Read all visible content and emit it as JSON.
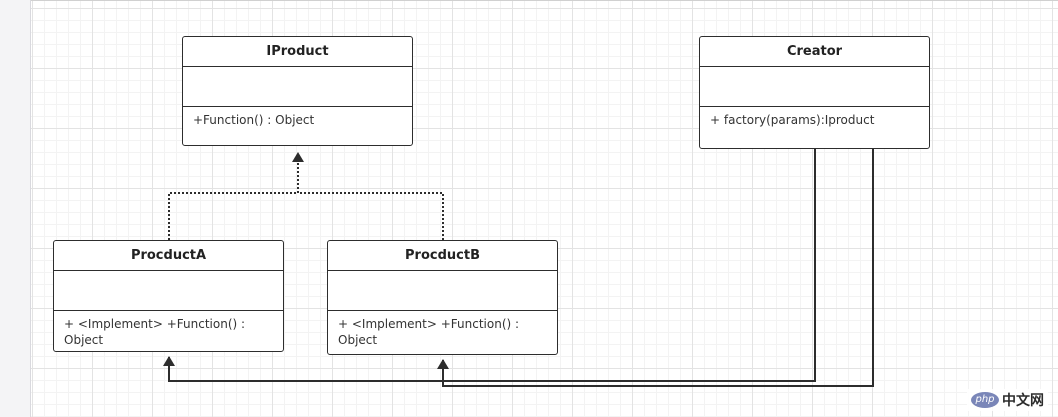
{
  "diagram": {
    "classes": [
      {
        "id": "iproduct",
        "name": "IProduct",
        "method": "+Function() : Object"
      },
      {
        "id": "creator",
        "name": "Creator",
        "method": "+ factory(params):Iproduct"
      },
      {
        "id": "productA",
        "name": "ProcductA",
        "method": "+ <Implement> +Function() : Object"
      },
      {
        "id": "productB",
        "name": "ProcductB",
        "method": "+ <Implement> +Function() : Object"
      }
    ],
    "relations": [
      {
        "from": "ProcductA",
        "to": "IProduct",
        "type": "realization"
      },
      {
        "from": "ProcductB",
        "to": "IProduct",
        "type": "realization"
      },
      {
        "from": "Creator",
        "to": "ProcductA",
        "type": "association"
      },
      {
        "from": "Creator",
        "to": "ProcductB",
        "type": "association"
      }
    ]
  },
  "watermark": {
    "logo": "php",
    "text": "中文网"
  },
  "colors": {
    "line": "#2d2d2d",
    "grid": "#e3e3e3",
    "watermark_logo": "#7a86b8"
  }
}
